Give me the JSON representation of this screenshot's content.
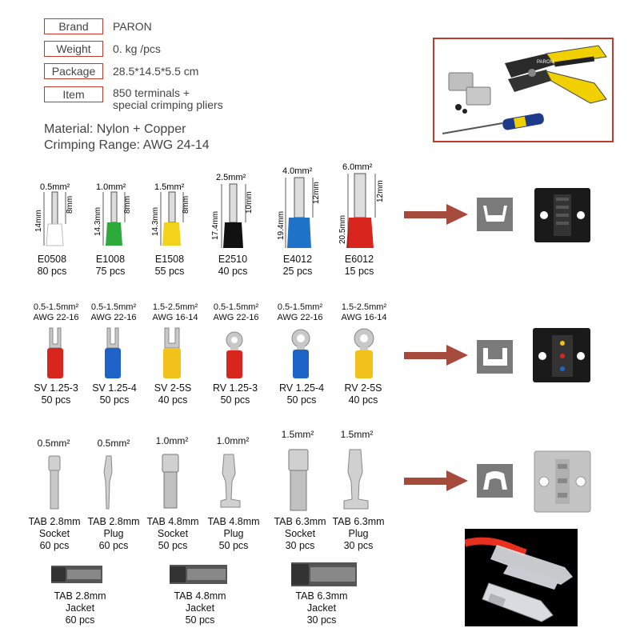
{
  "specs": [
    {
      "label": "Brand",
      "value": "PARON"
    },
    {
      "label": "Weight",
      "value": "0.    kg /pcs"
    },
    {
      "label": "Package",
      "value": "28.5*14.5*5.5 cm"
    },
    {
      "label": "Item",
      "value": "850 terminals +",
      "value2": "special crimping pliers"
    }
  ],
  "material": "Material: Nylon + Copper",
  "crimping_range": "Crimping Range: AWG 24-14",
  "ferrules": [
    {
      "size": "0.5mm²",
      "len": "14mm",
      "pin": "8mm",
      "code": "E0508",
      "qty": "80 pcs",
      "color": "#ffffff"
    },
    {
      "size": "1.0mm²",
      "len": "14.3mm",
      "pin": "8mm",
      "code": "E1008",
      "qty": "75 pcs",
      "color": "#2eaa3c"
    },
    {
      "size": "1.5mm²",
      "len": "14.3mm",
      "pin": "8mm",
      "code": "E1508",
      "qty": "55 pcs",
      "color": "#f2d21a"
    },
    {
      "size": "2.5mm²",
      "len": "17.4mm",
      "pin": "10mm",
      "code": "E2510",
      "qty": "40 pcs",
      "color": "#111111"
    },
    {
      "size": "4.0mm²",
      "len": "19.4mm",
      "pin": "12mm",
      "code": "E4012",
      "qty": "25 pcs",
      "color": "#1e73c8"
    },
    {
      "size": "6.0mm²",
      "len": "20.5mm",
      "pin": "12mm",
      "code": "E6012",
      "qty": "15 pcs",
      "color": "#d8261e"
    }
  ],
  "insulated": [
    {
      "range": "0.5-1.5mm²",
      "awg": "AWG 22-16",
      "code": "SV 1.25-3",
      "qty": "50 pcs",
      "color": "#d8261e",
      "shape": "fork"
    },
    {
      "range": "0.5-1.5mm²",
      "awg": "AWG 22-16",
      "code": "SV 1.25-4",
      "qty": "50 pcs",
      "color": "#1e63c8",
      "shape": "fork"
    },
    {
      "range": "1.5-2.5mm²",
      "awg": "AWG 16-14",
      "code": "SV 2-5S",
      "qty": "40 pcs",
      "color": "#f2c21a",
      "shape": "fork"
    },
    {
      "range": "0.5-1.5mm²",
      "awg": "AWG 22-16",
      "code": "RV 1.25-3",
      "qty": "50 pcs",
      "color": "#d8261e",
      "shape": "ring"
    },
    {
      "range": "0.5-1.5mm²",
      "awg": "AWG 22-16",
      "code": "RV 1.25-4",
      "qty": "50 pcs",
      "color": "#1e63c8",
      "shape": "ring"
    },
    {
      "range": "1.5-2.5mm²",
      "awg": "AWG 16-14",
      "code": "RV 2-5S",
      "qty": "40 pcs",
      "color": "#f2c21a",
      "shape": "ring"
    }
  ],
  "tabs": [
    {
      "size": "0.5mm²",
      "name": "TAB 2.8mm",
      "type": "Socket",
      "qty": "60 pcs"
    },
    {
      "size": "0.5mm²",
      "name": "TAB 2.8mm",
      "type": "Plug",
      "qty": "60 pcs"
    },
    {
      "size": "1.0mm²",
      "name": "TAB 4.8mm",
      "type": "Socket",
      "qty": "50 pcs"
    },
    {
      "size": "1.0mm²",
      "name": "TAB 4.8mm",
      "type": "Plug",
      "qty": "50 pcs"
    },
    {
      "size": "1.5mm²",
      "name": "TAB 6.3mm",
      "type": "Socket",
      "qty": "30 pcs"
    },
    {
      "size": "1.5mm²",
      "name": "TAB 6.3mm",
      "type": "Plug",
      "qty": "30 pcs"
    }
  ],
  "jackets": [
    {
      "name": "TAB 2.8mm",
      "type": "Jacket",
      "qty": "60 pcs"
    },
    {
      "name": "TAB 4.8mm",
      "type": "Jacket",
      "qty": "50 pcs"
    },
    {
      "name": "TAB 6.3mm",
      "type": "Jacket",
      "qty": "30 pcs"
    }
  ],
  "pliers_logo": "PARON",
  "colors": {
    "accent": "#c0392b",
    "arrow": "#a64a3c",
    "pliers_yellow": "#f0d000"
  }
}
